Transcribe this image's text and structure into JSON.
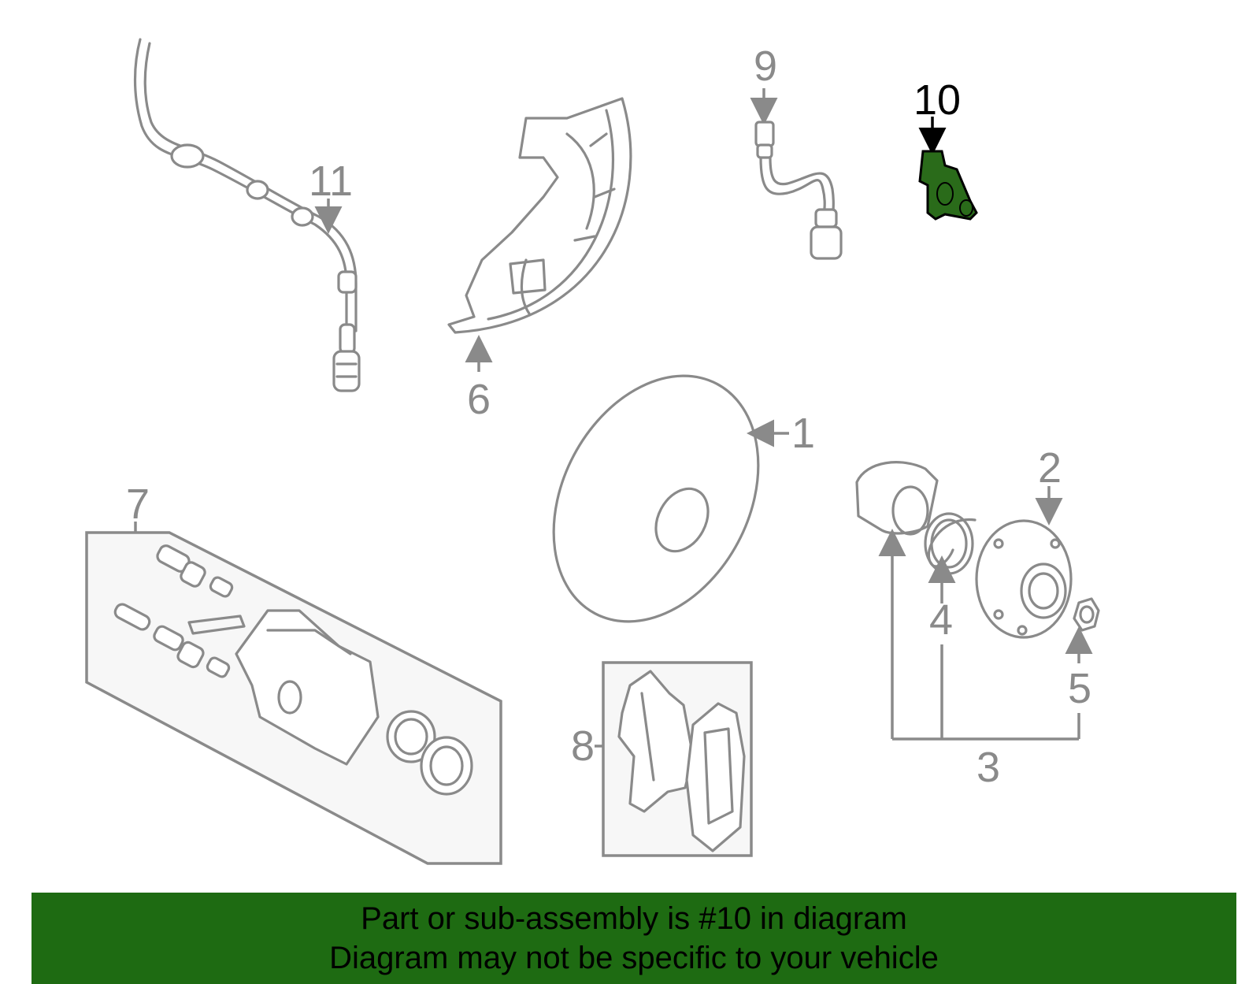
{
  "highlight_color": "#2a6b1a",
  "banner_color": "#1e6b12",
  "callouts": {
    "c1": "1",
    "c2": "2",
    "c3": "3",
    "c4": "4",
    "c5": "5",
    "c6": "6",
    "c7": "7",
    "c8": "8",
    "c9": "9",
    "c10": "10",
    "c11": "11"
  },
  "highlighted_part": "10",
  "banner": {
    "line1": "Part or sub-assembly is #10 in diagram",
    "line2": "Diagram may not be specific to your vehicle"
  }
}
